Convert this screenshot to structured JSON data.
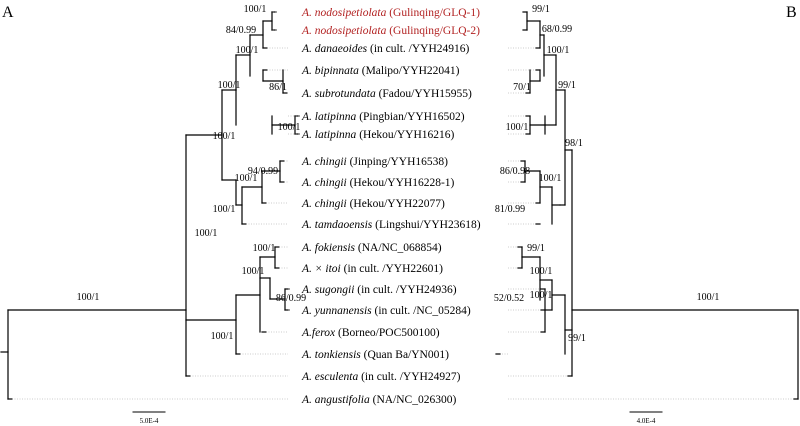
{
  "panels": {
    "left": "A",
    "right": "B"
  },
  "colors": {
    "highlight": "#b22222",
    "branch": "#000000"
  },
  "taxa": [
    {
      "genus": "A. nodosipetiolata",
      "info": " (Gulinqing/GLQ-1)",
      "highlight": true
    },
    {
      "genus": "A. nodosipetiolata",
      "info": " (Gulinqing/GLQ-2)",
      "highlight": true
    },
    {
      "genus": "A. danaeoides",
      "info": " (in cult. /YYH24916)",
      "highlight": false
    },
    {
      "genus": "A. bipinnata",
      "info": " (Malipo/YYH22041)",
      "highlight": false
    },
    {
      "genus": "A. subrotundata",
      "info": " (Fadou/YYH15955)",
      "highlight": false
    },
    {
      "genus": "A. latipinna",
      "info": " (Pingbian/YYH16502)",
      "highlight": false
    },
    {
      "genus": "A. latipinna",
      "info": " (Hekou/YYH16216)",
      "highlight": false
    },
    {
      "genus": "A. chingii",
      "info": " (Jinping/YYH16538)",
      "highlight": false
    },
    {
      "genus": "A. chingii",
      "info": " (Hekou/YYH16228-1)",
      "highlight": false
    },
    {
      "genus": "A. chingii",
      "info": " (Hekou/YYH22077)",
      "highlight": false
    },
    {
      "genus": "A. tamdaoensis",
      "info": " (Lingshui/YYH23618)",
      "highlight": false
    },
    {
      "genus": "A. fokiensis",
      "info": " (NA/NC_068854)",
      "highlight": false
    },
    {
      "genus": "A. × itoi",
      "info": " (in cult. /YYH22601)",
      "highlight": false
    },
    {
      "genus": "A. sugongii",
      "info": " (in cult. /YYH24936)",
      "highlight": false
    },
    {
      "genus": "A. yunnanensis",
      "info": " (in cult. /NC_05284)",
      "highlight": false
    },
    {
      "genus": "A.ferox",
      "info": " (Borneo/POC500100)",
      "highlight": false
    },
    {
      "genus": "A. tonkiensis",
      "info": " (Quan Ba/YN001)",
      "highlight": false
    },
    {
      "genus": "A. esculenta",
      "info": " (in cult. /YYH24927)",
      "highlight": false
    },
    {
      "genus": "A. angustifolia",
      "info": " (NA/NC_026300)",
      "highlight": false
    }
  ],
  "support_left": [
    "100/1",
    "84/0.99",
    "100/1",
    "86/1",
    "100/1",
    "100/1",
    "94/0.99",
    "100/1",
    "100/1",
    "100/1",
    "100/1",
    "100/1",
    "86/0.99",
    "100/1",
    "100/1",
    "100/1"
  ],
  "support_right": [
    "99/1",
    "68/0.99",
    "100/1",
    "70/1",
    "99/1",
    "100/1",
    "86/0.98",
    "100/1",
    "81/0.99",
    "98/1",
    "99/1",
    "100/1",
    "52/0.52",
    "100/1",
    "99/1",
    "100/1"
  ],
  "scale_left": "5.0E-4",
  "scale_right": "4.0E-4"
}
